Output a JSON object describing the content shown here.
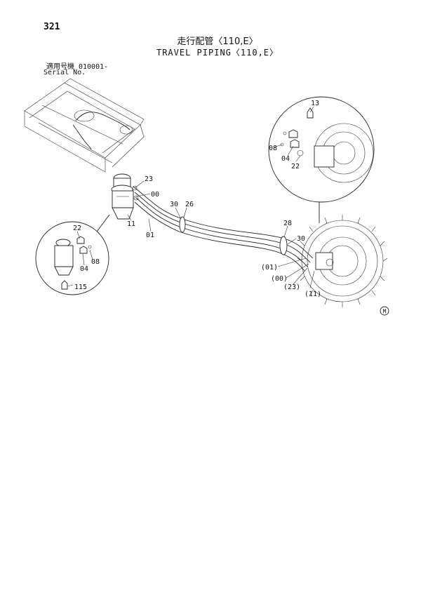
{
  "page_number": "321",
  "title_jp": "走行配管〈110,E〉",
  "title_en": "TRAVEL PIPING〈110,E〉",
  "serial": {
    "label_jp": "適用号機",
    "value": "010001-",
    "label_en": "Serial No."
  },
  "callouts": {
    "c13": "13",
    "c08a": "08",
    "c04a": "04",
    "c22a": "22",
    "c23": "23",
    "c00": "00",
    "c11": "11",
    "c30a": "30",
    "c26": "26",
    "c01": "01",
    "c28": "28",
    "c30b": "30",
    "c01p": "(01)",
    "c00p": "(00)",
    "c23p": "(23)",
    "c11p": "(11)",
    "c22b": "22",
    "c04b": "04",
    "c08b": "08",
    "c115": "115"
  },
  "mark": "M"
}
